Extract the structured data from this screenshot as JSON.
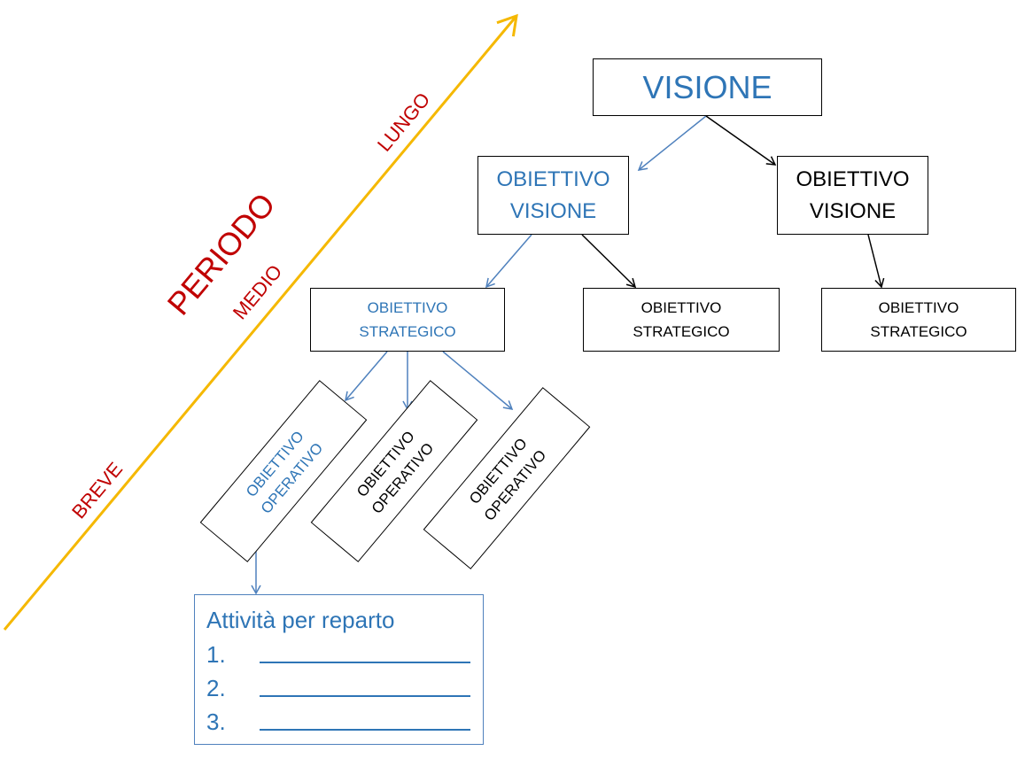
{
  "period": {
    "title": "PERIODO",
    "short": "BREVE",
    "medium": "MEDIO",
    "long": "LUNGO",
    "label_color": "#c00000",
    "arrow_color": "#f5b800"
  },
  "vision": {
    "label": "VISIONE"
  },
  "vision_goals": [
    {
      "line1": "OBIETTIVO",
      "line2": "VISIONE"
    },
    {
      "line1": "OBIETTIVO",
      "line2": "VISIONE"
    }
  ],
  "strategic_goals": [
    {
      "line1": "OBIETTIVO",
      "line2": "STRATEGICO"
    },
    {
      "line1": "OBIETTIVO",
      "line2": "STRATEGICO"
    },
    {
      "line1": "OBIETTIVO",
      "line2": "STRATEGICO"
    }
  ],
  "operational_goals": [
    {
      "line1": "OBIETTIVO",
      "line2": "OPERATIVO"
    },
    {
      "line1": "OBIETTIVO",
      "line2": "OPERATIVO"
    },
    {
      "line1": "OBIETTIVO",
      "line2": "OPERATIVO"
    }
  ],
  "activities": {
    "title": "Attività per reparto",
    "items": [
      "1.",
      "2.",
      "3."
    ]
  },
  "colors": {
    "blue_text": "#2e75b6",
    "blue_line": "#4f81bd",
    "black": "#000000"
  }
}
